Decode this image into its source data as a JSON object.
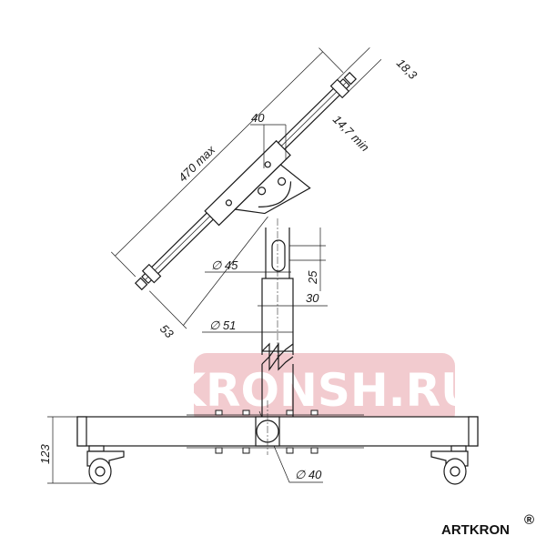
{
  "dimensions": {
    "length_max": "470 max",
    "clamp_width": "40",
    "min_gap": "14,7 min",
    "thickness": "18,3",
    "upper_pole_diameter": "∅ 45",
    "slot_length": "25",
    "slot_offset": "30",
    "lower_pole_diameter": "∅ 51",
    "offset": "53",
    "base_height": "123",
    "base_tube_diameter": "∅ 40"
  },
  "watermark": {
    "text": "KRONSH.RU",
    "color": "#e8a0a8"
  },
  "logo": {
    "text": "ARTKRON",
    "mark": "®"
  }
}
